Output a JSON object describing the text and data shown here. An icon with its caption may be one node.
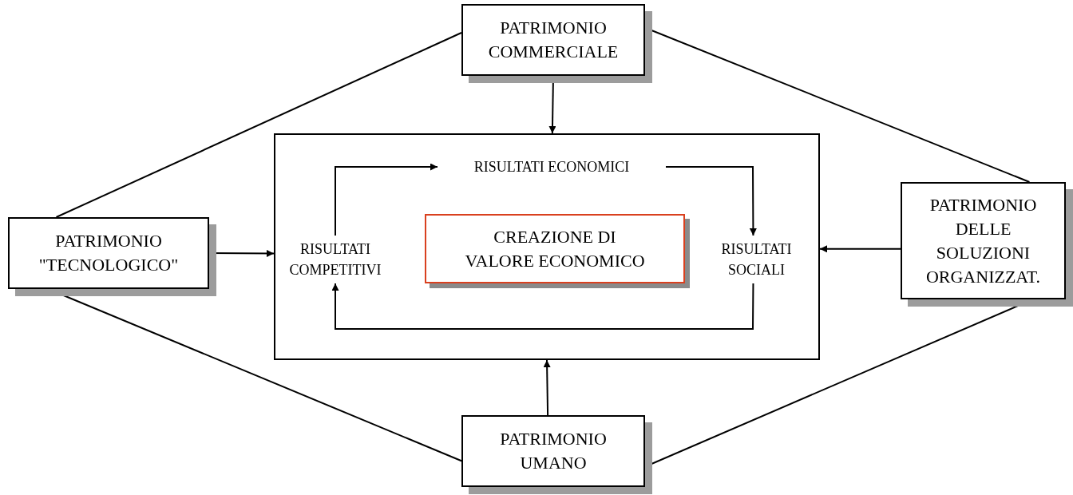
{
  "diagram": {
    "nodes": [
      {
        "text": [
          "PATRIMONIO COMMERCIALE"
        ]
      },
      {
        "text": [
          "PATRIMONIO \"TECNOLOGICO\""
        ]
      },
      {
        "text": [],
        "shape": "box"
      },
      {
        "text": [
          "RISULTATI ECONOMICI"
        ],
        "in": 2
      },
      {
        "text": [
          "RISULTATI COMPETITIVI"
        ],
        "in": 2
      },
      {
        "text": [
          "CREAZIONE DI VALORE ECONOMICO"
        ],
        "in": 2
      },
      {
        "text": [
          "RISULTATI SOCIALI"
        ],
        "in": 2
      },
      {
        "text": [
          "PATRIMONIO DELLE SOLUZIONI ORGANIZZAT."
        ]
      },
      {
        "text": [
          "PATRIMONIO UMANO"
        ]
      }
    ],
    "edges": [
      {
        "from": 0,
        "to": 2,
        "arrow": "to"
      },
      {
        "from": 1,
        "to": 2,
        "arrow": "to"
      },
      {
        "from": 7,
        "to": 2,
        "arrow": "to"
      },
      {
        "from": 8,
        "to": 2,
        "arrow": "to"
      },
      {
        "from": 4,
        "to": 3,
        "arrow": "to"
      },
      {
        "from": 3,
        "to": 6,
        "arrow": "to"
      },
      {
        "from": 6,
        "to": 4,
        "arrow": "to"
      },
      {
        "from": 0,
        "to": 1,
        "arrow": "none"
      },
      {
        "from": 0,
        "to": 7,
        "arrow": "none"
      },
      {
        "from": 1,
        "to": 8,
        "arrow": "none"
      },
      {
        "from": 7,
        "to": 8,
        "arrow": "none"
      }
    ]
  }
}
